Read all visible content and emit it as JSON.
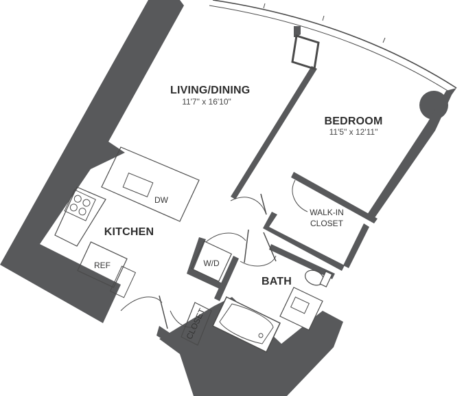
{
  "rooms": {
    "living": {
      "name": "LIVING/DINING",
      "dims": "11'7\" x 16'10\""
    },
    "bedroom": {
      "name": "BEDROOM",
      "dims": "11'5\" x 12'11\""
    },
    "kitchen": {
      "name": "KITCHEN"
    },
    "bath": {
      "name": "BATH"
    }
  },
  "fixtures": {
    "dw": "DW",
    "ref": "REF",
    "wd": "W/D",
    "walkin_line1": "WALK-IN",
    "walkin_line2": "CLOSET",
    "closet": "CLOSET"
  },
  "colors": {
    "wall": "#58595b",
    "line": "#4a4a4a"
  }
}
